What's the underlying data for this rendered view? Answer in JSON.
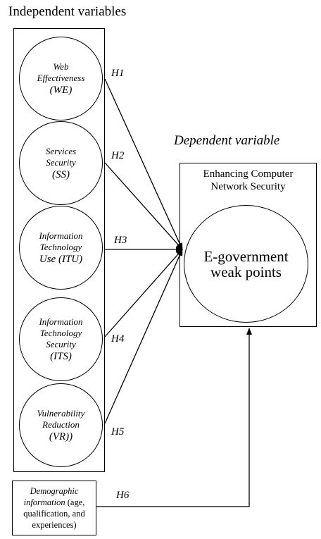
{
  "independent_title": "Independent variables",
  "dependent_title": "Dependent variable",
  "independent_variables": [
    {
      "lines": [
        "Web",
        "Effectiveness"
      ],
      "abbr": "(WE)"
    },
    {
      "lines": [
        "Services",
        "Security"
      ],
      "abbr": "(SS)"
    },
    {
      "lines": [
        "Information",
        "Technology"
      ],
      "abbr": "Use (ITU)"
    },
    {
      "lines": [
        "Information",
        "Technology",
        "Security"
      ],
      "abbr": "(ITS)"
    },
    {
      "lines": [
        "Vulnerability",
        "Reduction"
      ],
      "abbr": "(VR))"
    }
  ],
  "dependent": {
    "box_label_line1": "Enhancing Computer",
    "box_label_line2": "Network Security",
    "circle_line1": "E-government",
    "circle_line2": "weak points"
  },
  "demographic": {
    "italic_part": "Demographic information",
    "rest": " (age, qualification, and experiences)"
  },
  "hypotheses": [
    "H1",
    "H2",
    "H3",
    "H4",
    "H5",
    "H6"
  ]
}
